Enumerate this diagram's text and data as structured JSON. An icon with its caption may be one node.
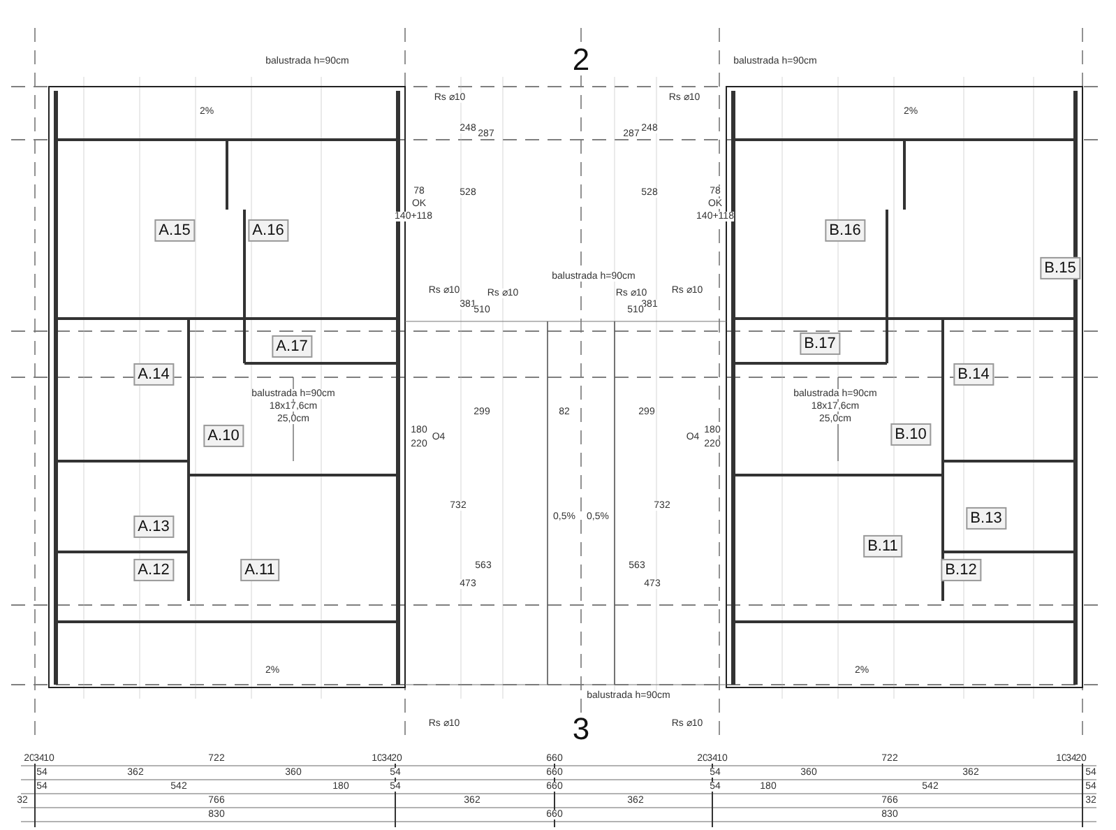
{
  "diagram": {
    "nodes": [
      {
        "text": [
          "A.15"
        ]
      },
      {
        "text": [
          "A.16"
        ]
      },
      {
        "text": [
          "A.17"
        ]
      },
      {
        "text": [
          "A.14"
        ]
      },
      {
        "text": [
          "A.10"
        ]
      },
      {
        "text": [
          "A.13"
        ]
      },
      {
        "text": [
          "A.12"
        ]
      },
      {
        "text": [
          "A.11"
        ]
      },
      {
        "text": [
          "B.16"
        ]
      },
      {
        "text": [
          "B.15"
        ]
      },
      {
        "text": [
          "B.17"
        ]
      },
      {
        "text": [
          "B.14"
        ]
      },
      {
        "text": [
          "B.10"
        ]
      },
      {
        "text": [
          "B.13"
        ]
      },
      {
        "text": [
          "B.11"
        ]
      },
      {
        "text": [
          "B.12"
        ]
      }
    ],
    "labels": [
      "2",
      "balustrada h=90cm",
      "balustrada h=90cm",
      "Rs ⌀10",
      "Rs ⌀10",
      "2%",
      "2%",
      "OK",
      "78",
      "140+118",
      "OK",
      "78",
      "140+118",
      "248",
      "287",
      "248",
      "287",
      "528",
      "528",
      "balustrada h=90cm",
      "Rs ⌀10",
      "Rs ⌀10",
      "Rs ⌀10",
      "Rs ⌀10",
      "381",
      "510",
      "381",
      "510",
      "balustrada h=90cm",
      "18x17,6cm",
      "25,0cm",
      "balustrada h=90cm",
      "18x17,6cm",
      "25,0cm",
      "O4",
      "180",
      "220",
      "O4",
      "180",
      "220",
      "299",
      "82",
      "299",
      "732",
      "732",
      "0,5%",
      "0,5%",
      "563",
      "563",
      "473",
      "473",
      "2%",
      "2%",
      "balustrada h=90cm",
      "Rs ⌀10",
      "Rs ⌀10",
      "3",
      "20",
      "34",
      "10",
      "722",
      "10",
      "34",
      "20",
      "660",
      "20",
      "34",
      "10",
      "722",
      "10",
      "34",
      "20",
      "54",
      "362",
      "360",
      "54",
      "660",
      "54",
      "360",
      "362",
      "54",
      "54",
      "542",
      "180",
      "54",
      "660",
      "54",
      "180",
      "542",
      "54",
      "32",
      "766",
      "362",
      "362",
      "766",
      "32",
      "830",
      "660",
      "830"
    ]
  }
}
